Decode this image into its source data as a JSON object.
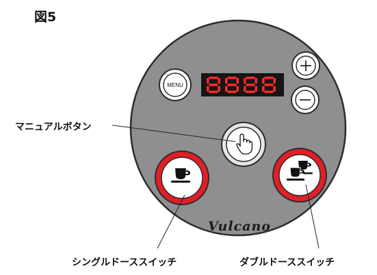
{
  "figure_label": "図5",
  "panel": {
    "menu_label": "MENU",
    "display_digits": "8888",
    "plus_symbol": "+",
    "minus_symbol": "−",
    "brand": "Vulcano"
  },
  "callouts": {
    "manual": "マニュアルボタン",
    "single": "シングルドーススイッチ",
    "double": "ダブルドーススイッチ"
  },
  "colors": {
    "panel_face": "#8f8f91",
    "panel_rim": "#2b2b2b",
    "display_bg": "#161616",
    "display_digits": "#ff2a2a",
    "switch_ring": "#e21f26"
  },
  "icons": {
    "manual_button": "pointing-hand-icon",
    "single_dose": "single-cup-icon",
    "double_dose": "double-cup-icon"
  }
}
